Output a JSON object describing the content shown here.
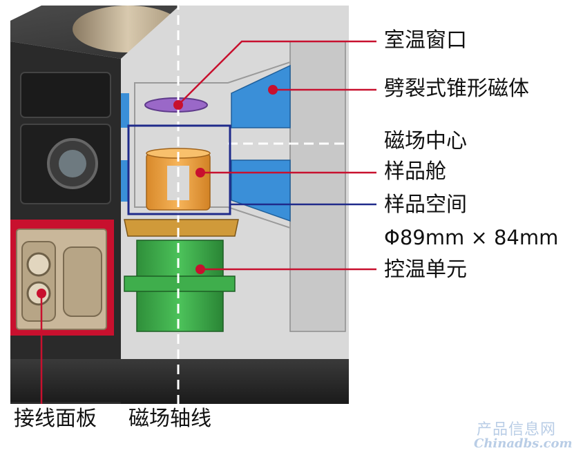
{
  "labels": {
    "window": "室温窗口",
    "magnet": "劈裂式锥形磁体",
    "field_center": "磁场中心",
    "sample_chamber": "样品舱",
    "sample_space": "样品空间",
    "sample_size": "Φ89mm × 84mm",
    "temp_unit": "控温单元",
    "wiring_panel": "接线面板",
    "field_axis": "磁场轴线"
  },
  "watermark": {
    "cn": "产品信息网",
    "en": "Chinadbs.com"
  },
  "colors": {
    "leader": "#c8102e",
    "box": "#1f2a8a",
    "magnet": "#3a8fd8",
    "sample": "#f0a640",
    "temp_unit": "#3aa845",
    "window": "#9a68c8",
    "body_dark": "#2a2a2a",
    "body_light": "#d9d9d9",
    "panel_red": "#c8102e"
  }
}
